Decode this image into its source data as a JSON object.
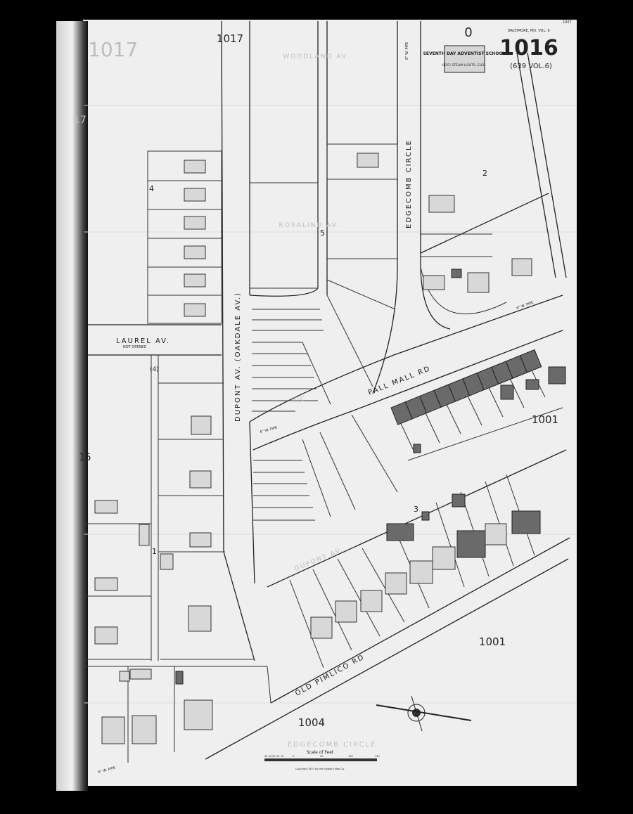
{
  "sheet": {
    "number": "1016",
    "volume_ref": "(639 VOL.6)",
    "city_header": "BALTIMORE, MD. VOL. 6",
    "header_year": "1927",
    "adjacent_sheet_top": "0",
    "adjacent_sheet_left": "1017",
    "faded_left_sheet": "1017"
  },
  "streets": {
    "woodland": "WOODLAND AV.",
    "rosalind": "ROSALIND AV.",
    "edgecomb": "EDGECOMB CIRCLE",
    "laurel": "LAUREL AV.",
    "laurel_note": "NOT OPENED",
    "dupont": "DUPONT AV. (OAKDALE AV.)",
    "dupont_lower": "DUPONT AV.",
    "pall_mall": "PALL MALL RD",
    "old_pimlico": "OLD PIMLICO RD",
    "edgecomb_bottom": "EDGECOMB CIRCLE",
    "vicinity": "VIC"
  },
  "blocks": [
    "2",
    "3",
    "4",
    "5",
    "1",
    "(4)",
    "17",
    "15"
  ],
  "adjacent_sheets": [
    "1001",
    "1001",
    "1004"
  ],
  "school": {
    "name": "SEVENTH DAY ADVENTIST SCHOOL",
    "note": "HEAT: STEAM  LIGHTS: ELEC."
  },
  "pipes": [
    "6\" W. PIPE",
    "6\" W. PIPE",
    "6\" W. PIPE",
    "6\" W. PIPE"
  ],
  "scale": {
    "title": "Scale of Feet",
    "ticks": [
      "50",
      "40",
      "30",
      "20",
      "10",
      "0",
      "50",
      "100",
      "150"
    ]
  },
  "copyright": "Copyright 1927 by the Sanborn Map Co.",
  "colors": {
    "paper": "#eeeeee",
    "background": "#000000",
    "ink": "#222222"
  }
}
